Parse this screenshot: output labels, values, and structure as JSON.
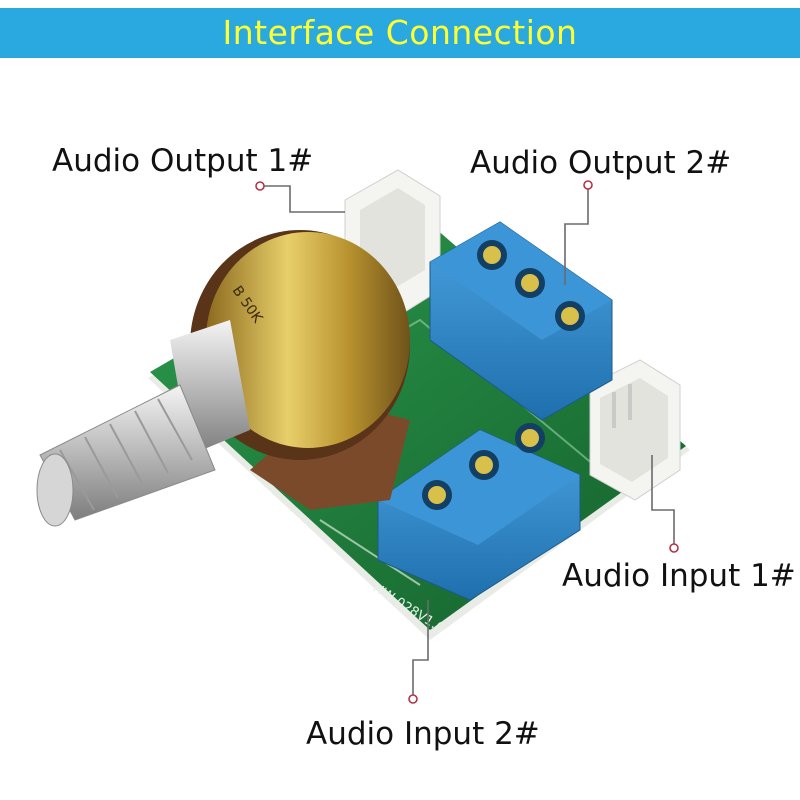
{
  "header": {
    "title": "Interface  Connection"
  },
  "callouts": {
    "audio_output_1": "Audio  Output 1#",
    "audio_output_2": "Audio  Output 2#",
    "audio_input_1": "Audio  Input 1#",
    "audio_input_2": "Audio  Input 2#"
  },
  "board": {
    "pot_marking": "B 50K",
    "pcb_marking": "HW-028V1.0"
  },
  "colors": {
    "banner": "#2aa9e0",
    "banner_text": "#ffff33",
    "pcb": "#1f7a3c",
    "terminal_block": "#2f86c8",
    "connector": "#f2f2ee"
  }
}
